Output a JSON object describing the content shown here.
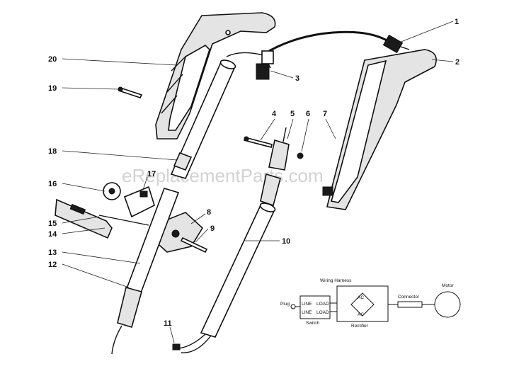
{
  "watermark": "eReplacementParts.com",
  "callouts": [
    "1",
    "2",
    "3",
    "4",
    "5",
    "6",
    "7",
    "8",
    "9",
    "10",
    "11",
    "12",
    "13",
    "14",
    "15",
    "16",
    "17",
    "18",
    "19",
    "20"
  ],
  "schematic": {
    "wiring_harness": "Wiring Harness",
    "plug": "Plug",
    "line": "LINE",
    "load": "LOAD",
    "switch": "Switch",
    "ac": "AC",
    "rectifier": "Rectifier",
    "connector": "Connector",
    "motor": "Motor"
  }
}
